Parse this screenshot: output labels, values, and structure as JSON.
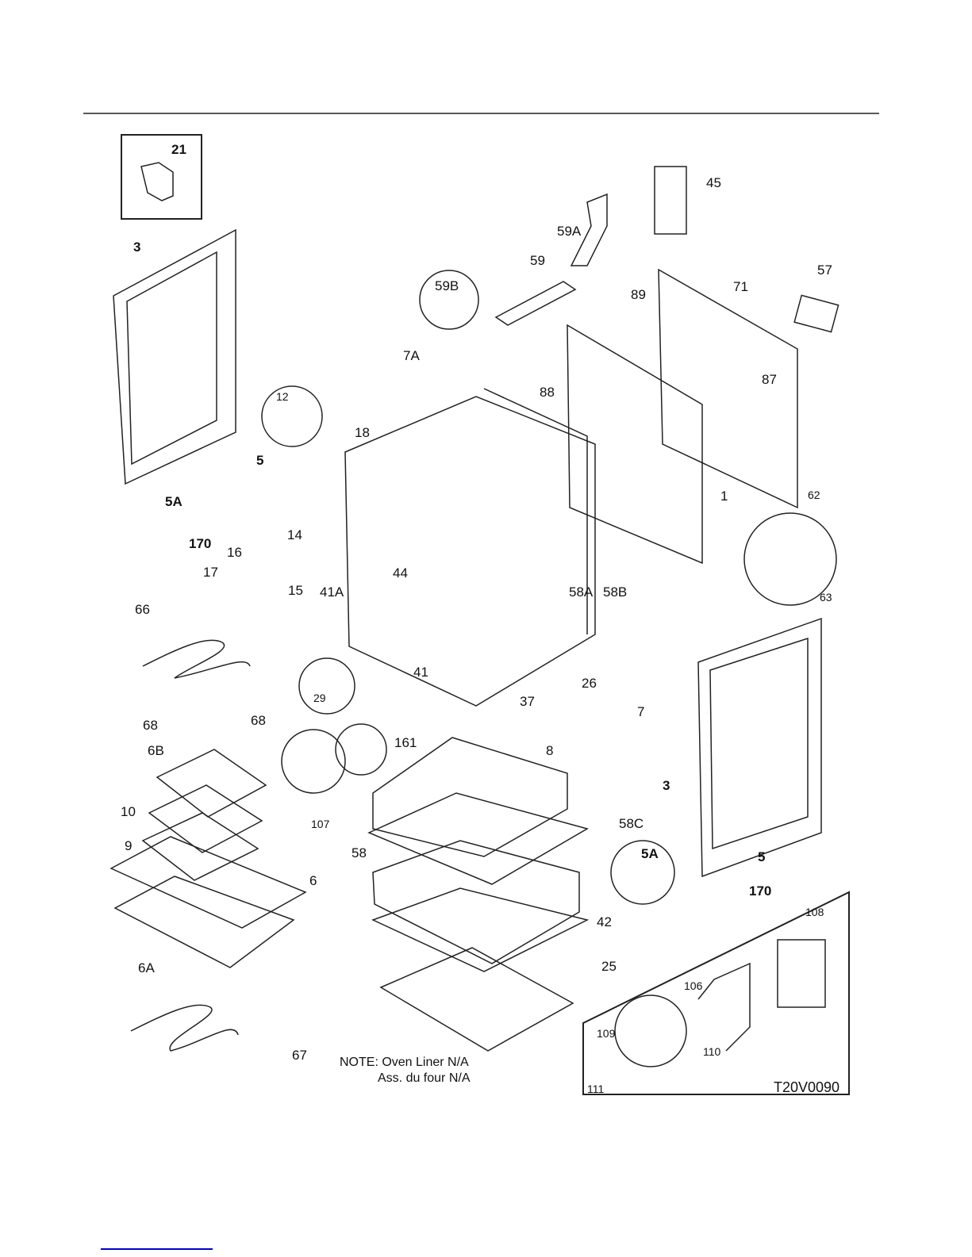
{
  "diagram": {
    "part_labels": [
      "21",
      "45",
      "59A",
      "57",
      "3",
      "59",
      "59B",
      "89",
      "71",
      "7A",
      "88",
      "87",
      "12",
      "18",
      "5",
      "5A",
      "1",
      "62",
      "170",
      "14",
      "16",
      "17",
      "15",
      "44",
      "41A",
      "58A",
      "58B",
      "63",
      "66",
      "41",
      "26",
      "29",
      "7",
      "37",
      "68",
      "68",
      "161",
      "8",
      "6B",
      "10",
      "107",
      "58C",
      "3",
      "9",
      "5A",
      "5",
      "58",
      "6",
      "170",
      "108",
      "42",
      "6A",
      "25",
      "106",
      "109",
      "110",
      "67",
      "111"
    ],
    "note_line1": "NOTE: Oven Liner N/A",
    "note_line2": "Ass. du four N/A",
    "drawing_code": "T20V0090"
  }
}
